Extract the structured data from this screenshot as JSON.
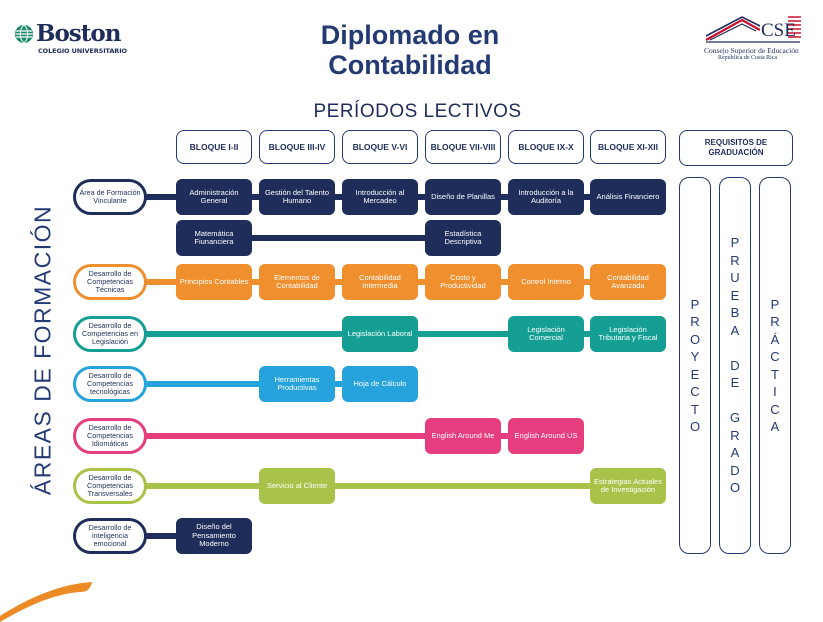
{
  "logo_left": {
    "name": "Boston",
    "subtitle": "COLEGIO UNIVERSITARIO"
  },
  "title": {
    "line1": "Diplomado en",
    "line2": "Contabilidad"
  },
  "logo_right": {
    "mark": "CSE",
    "name": "Consejo Superior de Educación",
    "country": "República de Costa Rica"
  },
  "periods_label": "PERÍODOS LECTIVOS",
  "blocks": [
    "BLOQUE I-II",
    "BLOQUE III-IV",
    "BLOQUE V-VI",
    "BLOQUE VII-VIII",
    "BLOQUE IX-X",
    "BLOQUE XI-XII"
  ],
  "requirements_header": "REQUISITOS DE GRADUACIÓN",
  "areas_label": "ÁREAS DE FORMACIÓN",
  "colors": {
    "navy": "#1e2d5a",
    "orange": "#ef8f2e",
    "teal": "#159f94",
    "blue": "#26a2dc",
    "pink": "#e63d7e",
    "green": "#a9c24a",
    "swoosh": "#ec8a25"
  },
  "rows": [
    {
      "label": "Área de Formación Vinculante",
      "color": "navy",
      "courses": [
        {
          "block": 0,
          "text": "Administración General"
        },
        {
          "block": 1,
          "text": "Gestión del Talento Humano"
        },
        {
          "block": 2,
          "text": "Introducción al Mercadeo"
        },
        {
          "block": 3,
          "text": "Diseño de Planillas"
        },
        {
          "block": 4,
          "text": "Introducción a la Auditoría"
        },
        {
          "block": 5,
          "text": "Análisis Financiero"
        }
      ],
      "courses_second_line": [
        {
          "block": 0,
          "text": "Matemática Fiunanciera"
        },
        {
          "block": 3,
          "text": "Estadística Descriptiva"
        }
      ]
    },
    {
      "label": "Desarrollo de Competencias Técnicas",
      "color": "orange",
      "courses": [
        {
          "block": 0,
          "text": "Principios Contables"
        },
        {
          "block": 1,
          "text": "Elementos de Contabilidad"
        },
        {
          "block": 2,
          "text": "Contabilidad Intermedia"
        },
        {
          "block": 3,
          "text": "Costo y Productividad"
        },
        {
          "block": 4,
          "text": "Control Interno"
        },
        {
          "block": 5,
          "text": "Contabilidad Avanzada"
        }
      ]
    },
    {
      "label": "Desarrollo de Competencias en Legislación",
      "color": "teal",
      "courses": [
        {
          "block": 2,
          "text": "Legislación Laboral"
        },
        {
          "block": 4,
          "text": "Legislación Comercial"
        },
        {
          "block": 5,
          "text": "Legislación Tributaria y Fiscal"
        }
      ]
    },
    {
      "label": "Desarrollo de Competencias tecnológicas",
      "color": "blue",
      "courses": [
        {
          "block": 1,
          "text": "Herramientas Productivas"
        },
        {
          "block": 2,
          "text": "Hoja de Cálculo"
        }
      ]
    },
    {
      "label": "Desarrollo de Competencias Idiomáticas",
      "color": "pink",
      "courses": [
        {
          "block": 3,
          "text": "English Around Me"
        },
        {
          "block": 4,
          "text": "English Around US"
        }
      ]
    },
    {
      "label": "Desarrollo de Competencias Transversales",
      "color": "green",
      "courses": [
        {
          "block": 1,
          "text": "Servicio al Cliente"
        },
        {
          "block": 5,
          "text": "Estrategias Actuales de Investigación"
        }
      ]
    },
    {
      "label": "Desarrollo de inteligencia emocional",
      "color": "navy",
      "courses": [
        {
          "block": 0,
          "text": "Diseño del Pensamiento Moderno"
        }
      ]
    }
  ],
  "requirements": [
    "PROYECTO",
    "PRUEBA DE GRADO",
    "PRÁCTICA"
  ]
}
